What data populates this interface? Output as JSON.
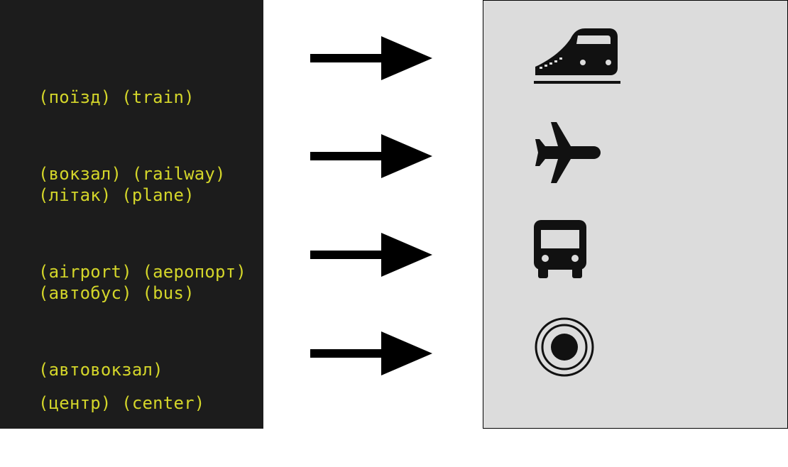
{
  "mappings": [
    {
      "lines": [
        "(поїзд) (train)",
        "(вокзал) (railway)"
      ],
      "icon": "train-icon"
    },
    {
      "lines": [
        "(літак) (plane)",
        "(airport) (аеропорт)"
      ],
      "icon": "plane-icon"
    },
    {
      "lines": [
        "(автобус) (bus)",
        "(автовокзал)"
      ],
      "icon": "bus-icon"
    },
    {
      "lines": [
        "(центр) (center)"
      ],
      "icon": "center-target-icon"
    }
  ],
  "colors": {
    "code_background": "#1c1c1c",
    "keyword_text": "#d4d62a",
    "icon_panel_background": "#dcdcdc",
    "arrow": "#000000",
    "icon": "#111111"
  }
}
